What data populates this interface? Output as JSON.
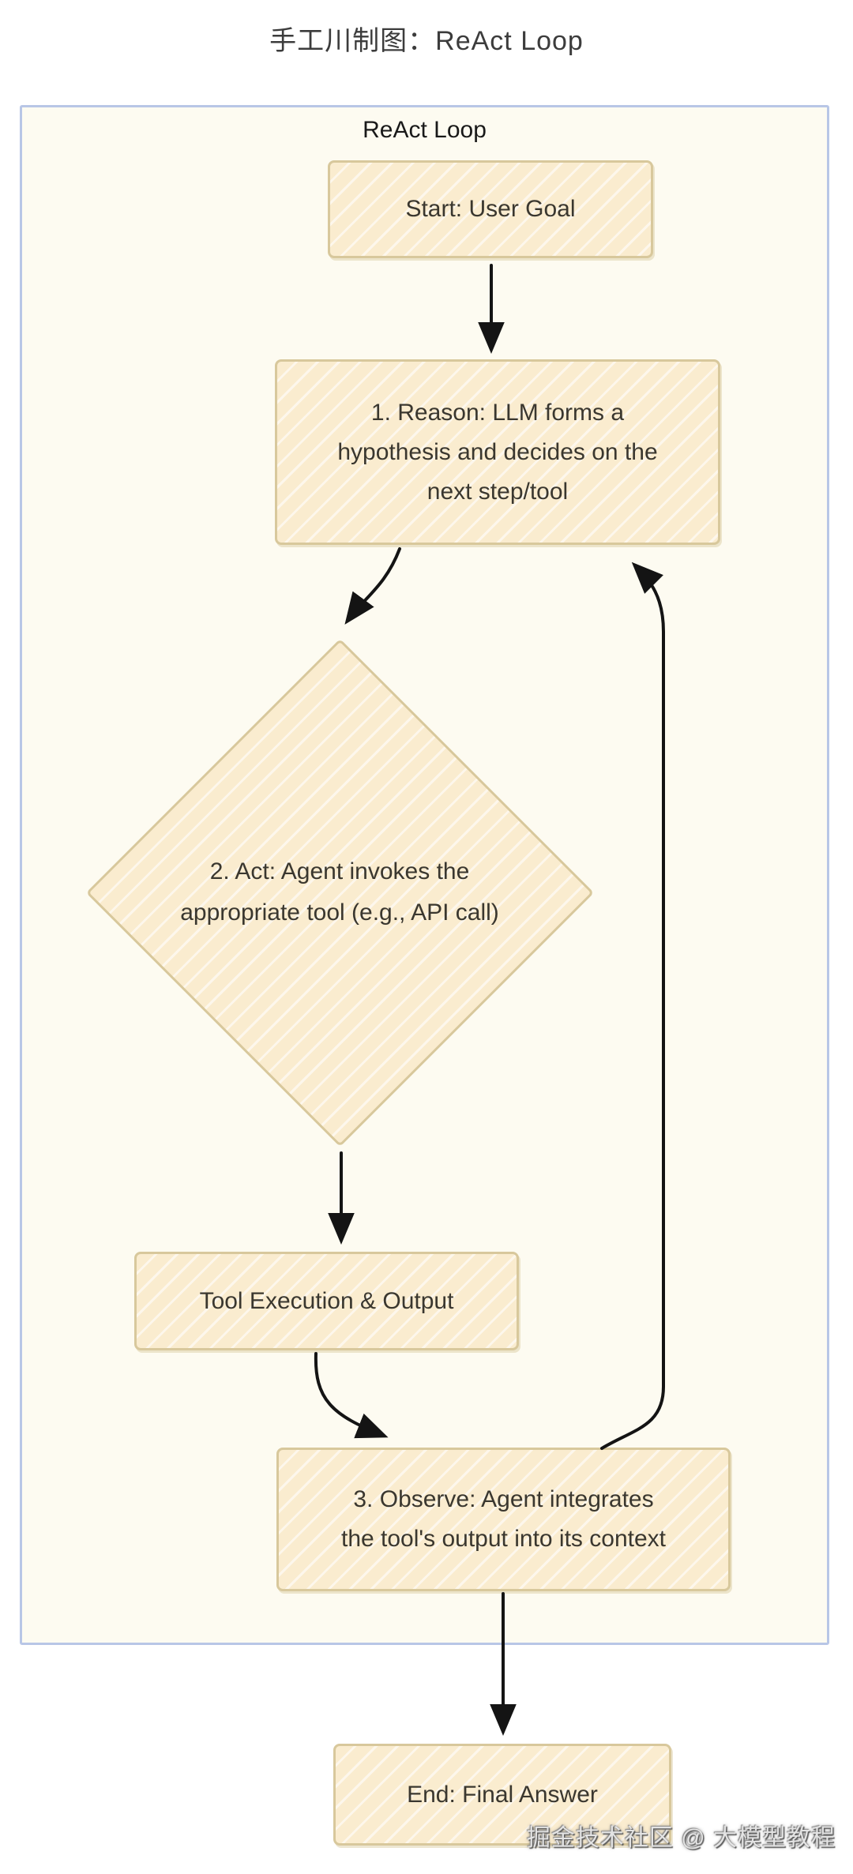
{
  "page": {
    "title": "手工川制图：ReAct Loop",
    "watermark": "掘金技术社区 @ 大模型教程"
  },
  "diagram": {
    "label": "ReAct Loop",
    "nodes": {
      "start": "Start: User Goal",
      "reason": "1. Reason: LLM forms a\nhypothesis and decides on the\nnext step/tool",
      "act": "2. Act: Agent invokes the\nappropriate tool (e.g., API call)",
      "tool": "Tool Execution & Output",
      "observe": "3. Observe: Agent integrates\nthe tool's output into its context",
      "end": "End: Final Answer"
    },
    "edges": [
      {
        "from": "start",
        "to": "reason"
      },
      {
        "from": "reason",
        "to": "act"
      },
      {
        "from": "act",
        "to": "tool"
      },
      {
        "from": "tool",
        "to": "observe"
      },
      {
        "from": "observe",
        "to": "reason"
      },
      {
        "from": "observe",
        "to": "end"
      }
    ],
    "colors": {
      "node_fill": "#faeccf",
      "node_border": "#d8c89c",
      "container_fill": "#fdfbf1",
      "container_border": "#b8c6e6",
      "arrow": "#141414",
      "text": "#3a372f"
    }
  }
}
